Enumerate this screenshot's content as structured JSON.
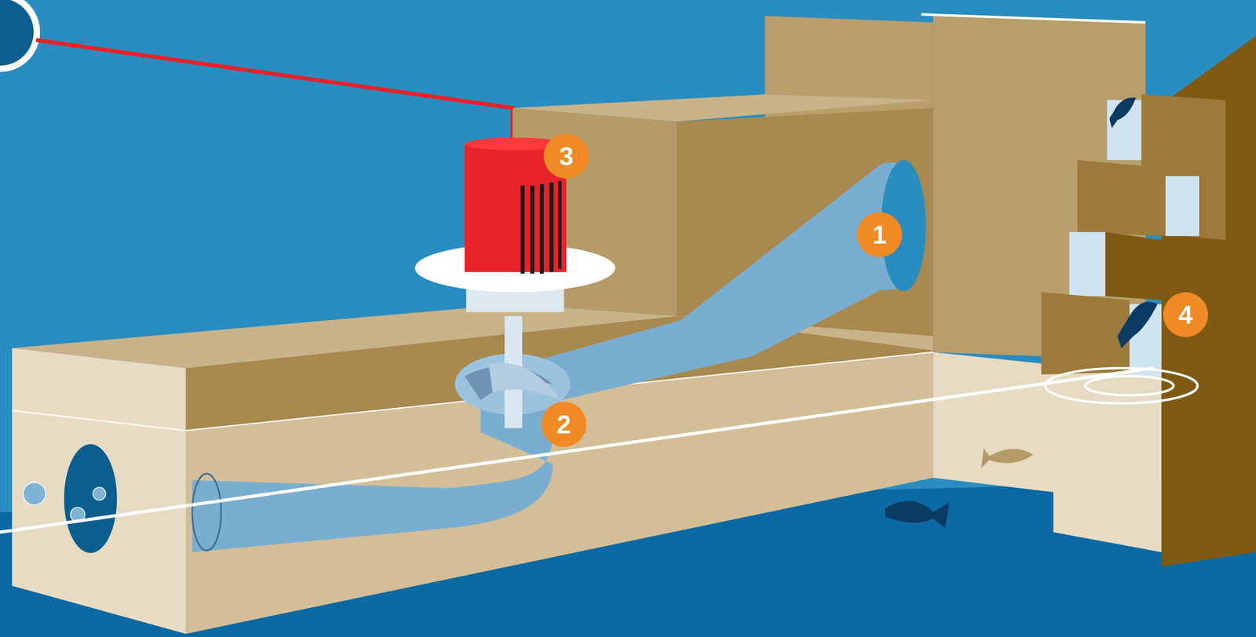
{
  "diagram": {
    "labels": [
      "3",
      "1",
      "4",
      "2"
    ]
  }
}
